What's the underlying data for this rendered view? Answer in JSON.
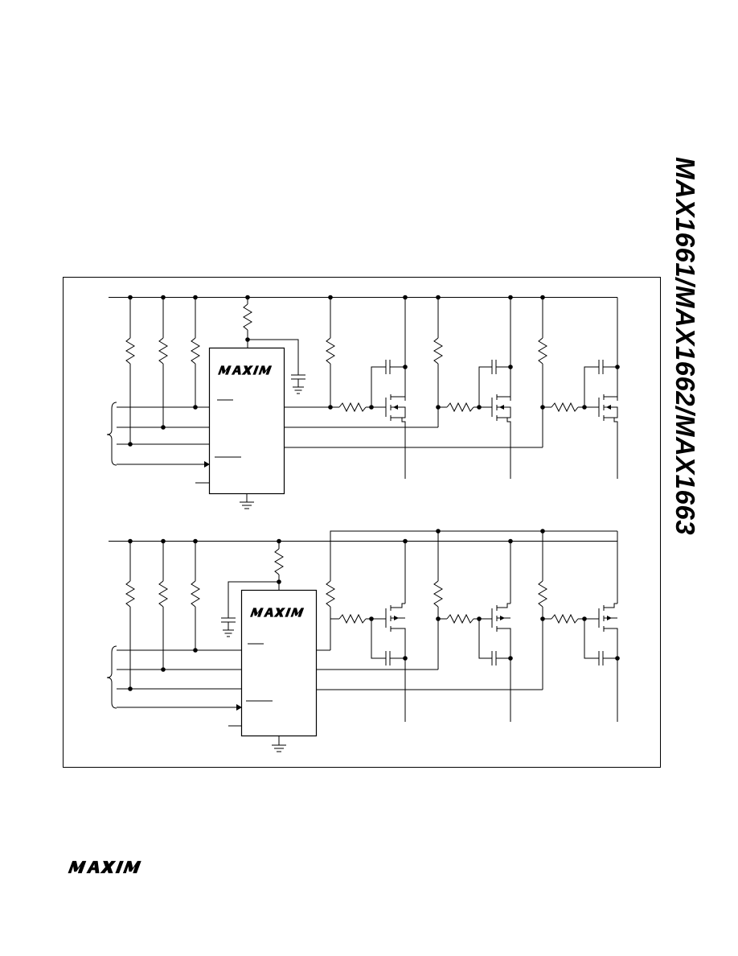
{
  "header": {
    "part_numbers": "MAX1661/MAX1662/MAX1663"
  },
  "brand": {
    "logo_text": "MAXIM",
    "chip_logo_text": "MAXIM",
    "color": "#000000"
  },
  "figure": {
    "circuit_top": {
      "ic_label": "MAXIM"
    },
    "circuit_bottom": {
      "ic_label": "MAXIM"
    }
  }
}
